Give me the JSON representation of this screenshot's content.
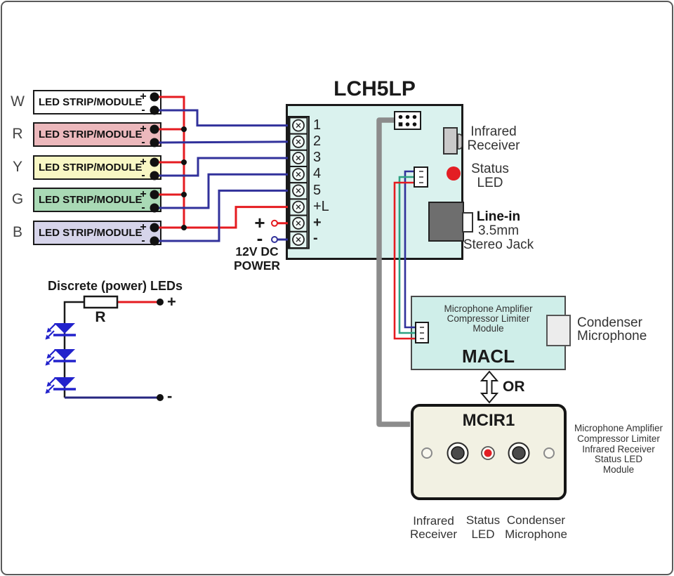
{
  "board": {
    "title": "LCH5LP",
    "terminals": [
      "1",
      "2",
      "3",
      "4",
      "5",
      "+L",
      "+",
      "-"
    ],
    "infrared_receiver": {
      "line1": "Infrared",
      "line2": "Receiver"
    },
    "status_led": {
      "line1": "Status",
      "line2": "LED"
    },
    "line_in": {
      "line1": "Line-in",
      "line2": "3.5mm",
      "line3": "Stereo Jack"
    }
  },
  "strips": {
    "plus": "+",
    "minus": "-",
    "channels": [
      {
        "letter": "W",
        "label": "LED STRIP/MODULE",
        "color": "#ffffff"
      },
      {
        "letter": "R",
        "label": "LED STRIP/MODULE",
        "color": "#ecb8bc"
      },
      {
        "letter": "Y",
        "label": "LED STRIP/MODULE",
        "color": "#f8f7c4"
      },
      {
        "letter": "G",
        "label": "LED STRIP/MODULE",
        "color": "#a9d9b5"
      },
      {
        "letter": "B",
        "label": "LED STRIP/MODULE",
        "color": "#d6d4ea"
      }
    ]
  },
  "power": {
    "plus": "+",
    "minus": "-",
    "line1": "12V DC",
    "line2": "POWER"
  },
  "discrete": {
    "title": "Discrete (power) LEDs",
    "resistor_label": "R",
    "plus": "+",
    "minus": "-"
  },
  "macl": {
    "line1": "Microphone Amplifier",
    "line2": "Compressor Limiter",
    "line3": "Module",
    "name": "MACL",
    "mic_line1": "Condenser",
    "mic_line2": "Microphone"
  },
  "or_label": "OR",
  "mcir1": {
    "name": "MCIR1",
    "desc": [
      "Microphone Amplifier",
      "Compressor Limiter",
      "Infrared Receiver",
      "Status LED",
      "Module"
    ],
    "ir_line1": "Infrared",
    "ir_line2": "Receiver",
    "status_line1": "Status",
    "status_line2": "LED",
    "mic_line1": "Condenser",
    "mic_line2": "Microphone"
  },
  "wire_colors": {
    "positive": "#e51b20",
    "negative": "#31319b",
    "mic_signal_teal": "#2fa183",
    "ir_cable_gray": "#8c8c8c",
    "led_symbol_blue": "#2222cc",
    "status_led_red": "#e31e24"
  }
}
